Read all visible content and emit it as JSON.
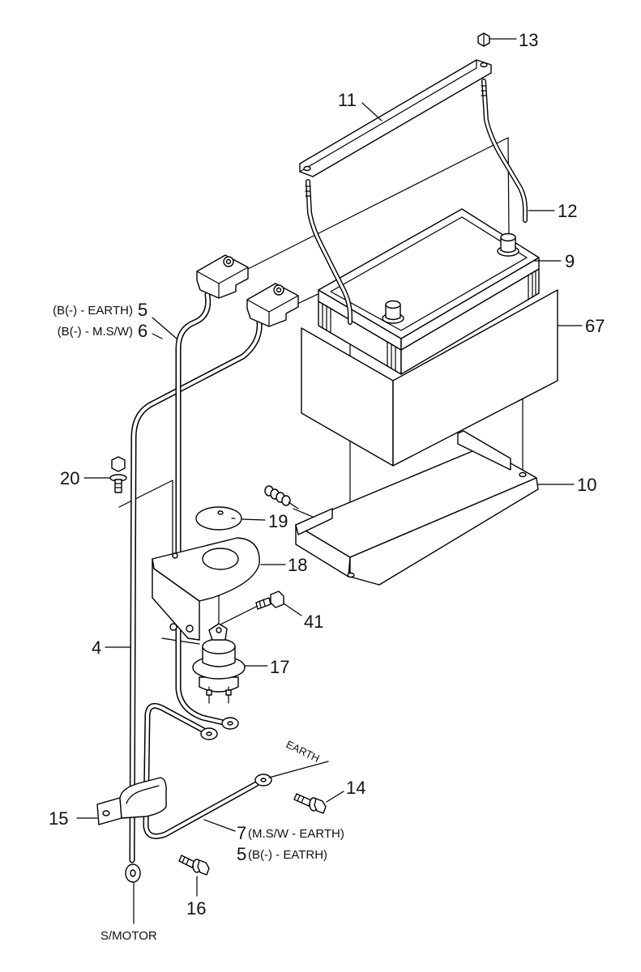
{
  "callouts": {
    "n13": "13",
    "n11": "11",
    "n12": "12",
    "n9": "9",
    "n67": "67",
    "n10": "10",
    "n20": "20",
    "n19": "19",
    "n18": "18",
    "n41": "41",
    "n4": "4",
    "n17": "17",
    "n14": "14",
    "n15": "15",
    "n16": "16"
  },
  "cables": {
    "cable5_desc": "(B(-) - EARTH)",
    "cable5_num": "5",
    "cable6_desc": "(B(-) - M.S/W)",
    "cable6_num": "6",
    "cable7_num": "7",
    "cable7_desc": "(M.S/W - EARTH)",
    "cable5b_num": "5",
    "cable5b_desc": "(B(-) - EATRH)"
  },
  "annotations": {
    "earth": "EARTH",
    "smotor": "S/MOTOR"
  }
}
